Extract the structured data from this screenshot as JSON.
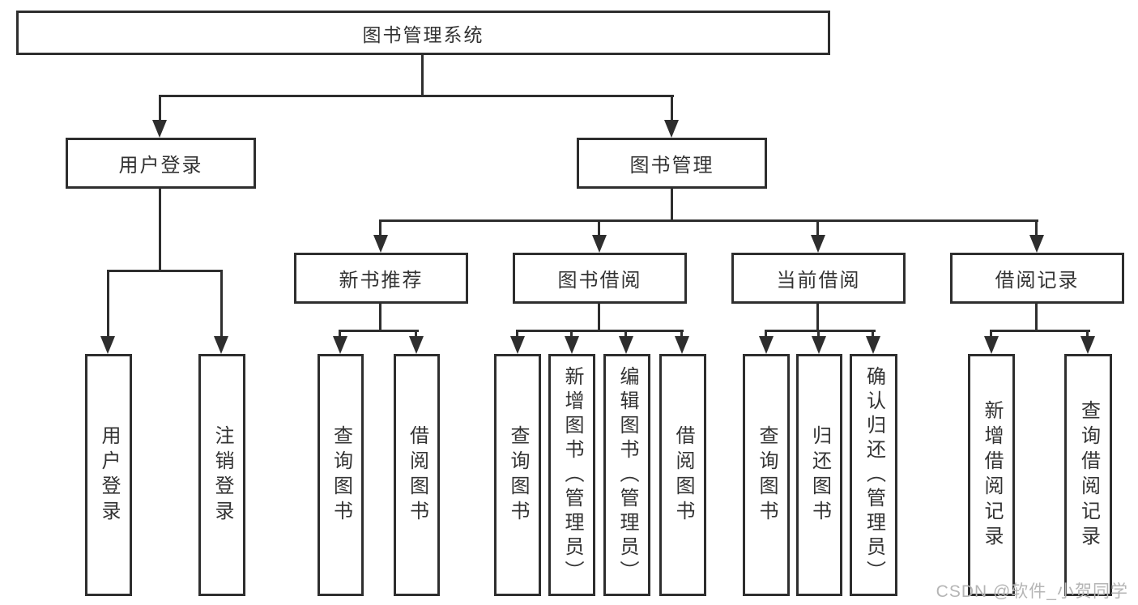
{
  "diagram": {
    "type": "hierarchy-tree",
    "watermark": "CSDN @软件_小贺同学",
    "colors": {
      "background": "#ffffff",
      "line": "#2e2e2e",
      "box_border": "#2e2e2e",
      "text": "#333333",
      "watermark": "#b5b5b5"
    },
    "nodes": {
      "root": {
        "label": "图书管理系统"
      },
      "user_login": {
        "label": "用户登录"
      },
      "book_mgmt": {
        "label": "图书管理"
      },
      "new_book_rec": {
        "label": "新书推荐"
      },
      "book_borrow": {
        "label": "图书借阅"
      },
      "current_borrow": {
        "label": "当前借阅"
      },
      "borrow_records": {
        "label": "借阅记录"
      },
      "leaf_user_login": {
        "label": "用户登录"
      },
      "leaf_logout": {
        "label": "注销登录"
      },
      "leaf_query_book_1": {
        "label": "查询图书"
      },
      "leaf_borrow_book_1": {
        "label": "借阅图书"
      },
      "leaf_query_book_2": {
        "label": "查询图书"
      },
      "leaf_add_book": {
        "label": "新增图书（管理员）"
      },
      "leaf_edit_book": {
        "label": "编辑图书（管理员）"
      },
      "leaf_borrow_book_2": {
        "label": "借阅图书"
      },
      "leaf_query_book_3": {
        "label": "查询图书"
      },
      "leaf_return_book": {
        "label": "归还图书"
      },
      "leaf_confirm_return": {
        "label": "确认归还（管理员）"
      },
      "leaf_add_record": {
        "label": "新增借阅记录"
      },
      "leaf_query_record": {
        "label": "查询借阅记录"
      }
    },
    "edges": [
      [
        "root",
        "user_login"
      ],
      [
        "root",
        "book_mgmt"
      ],
      [
        "user_login",
        "leaf_user_login"
      ],
      [
        "user_login",
        "leaf_logout"
      ],
      [
        "book_mgmt",
        "new_book_rec"
      ],
      [
        "book_mgmt",
        "book_borrow"
      ],
      [
        "book_mgmt",
        "current_borrow"
      ],
      [
        "book_mgmt",
        "borrow_records"
      ],
      [
        "new_book_rec",
        "leaf_query_book_1"
      ],
      [
        "new_book_rec",
        "leaf_borrow_book_1"
      ],
      [
        "book_borrow",
        "leaf_query_book_2"
      ],
      [
        "book_borrow",
        "leaf_add_book"
      ],
      [
        "book_borrow",
        "leaf_edit_book"
      ],
      [
        "book_borrow",
        "leaf_borrow_book_2"
      ],
      [
        "current_borrow",
        "leaf_query_book_3"
      ],
      [
        "current_borrow",
        "leaf_return_book"
      ],
      [
        "current_borrow",
        "leaf_confirm_return"
      ],
      [
        "borrow_records",
        "leaf_add_record"
      ],
      [
        "borrow_records",
        "leaf_query_record"
      ]
    ]
  }
}
